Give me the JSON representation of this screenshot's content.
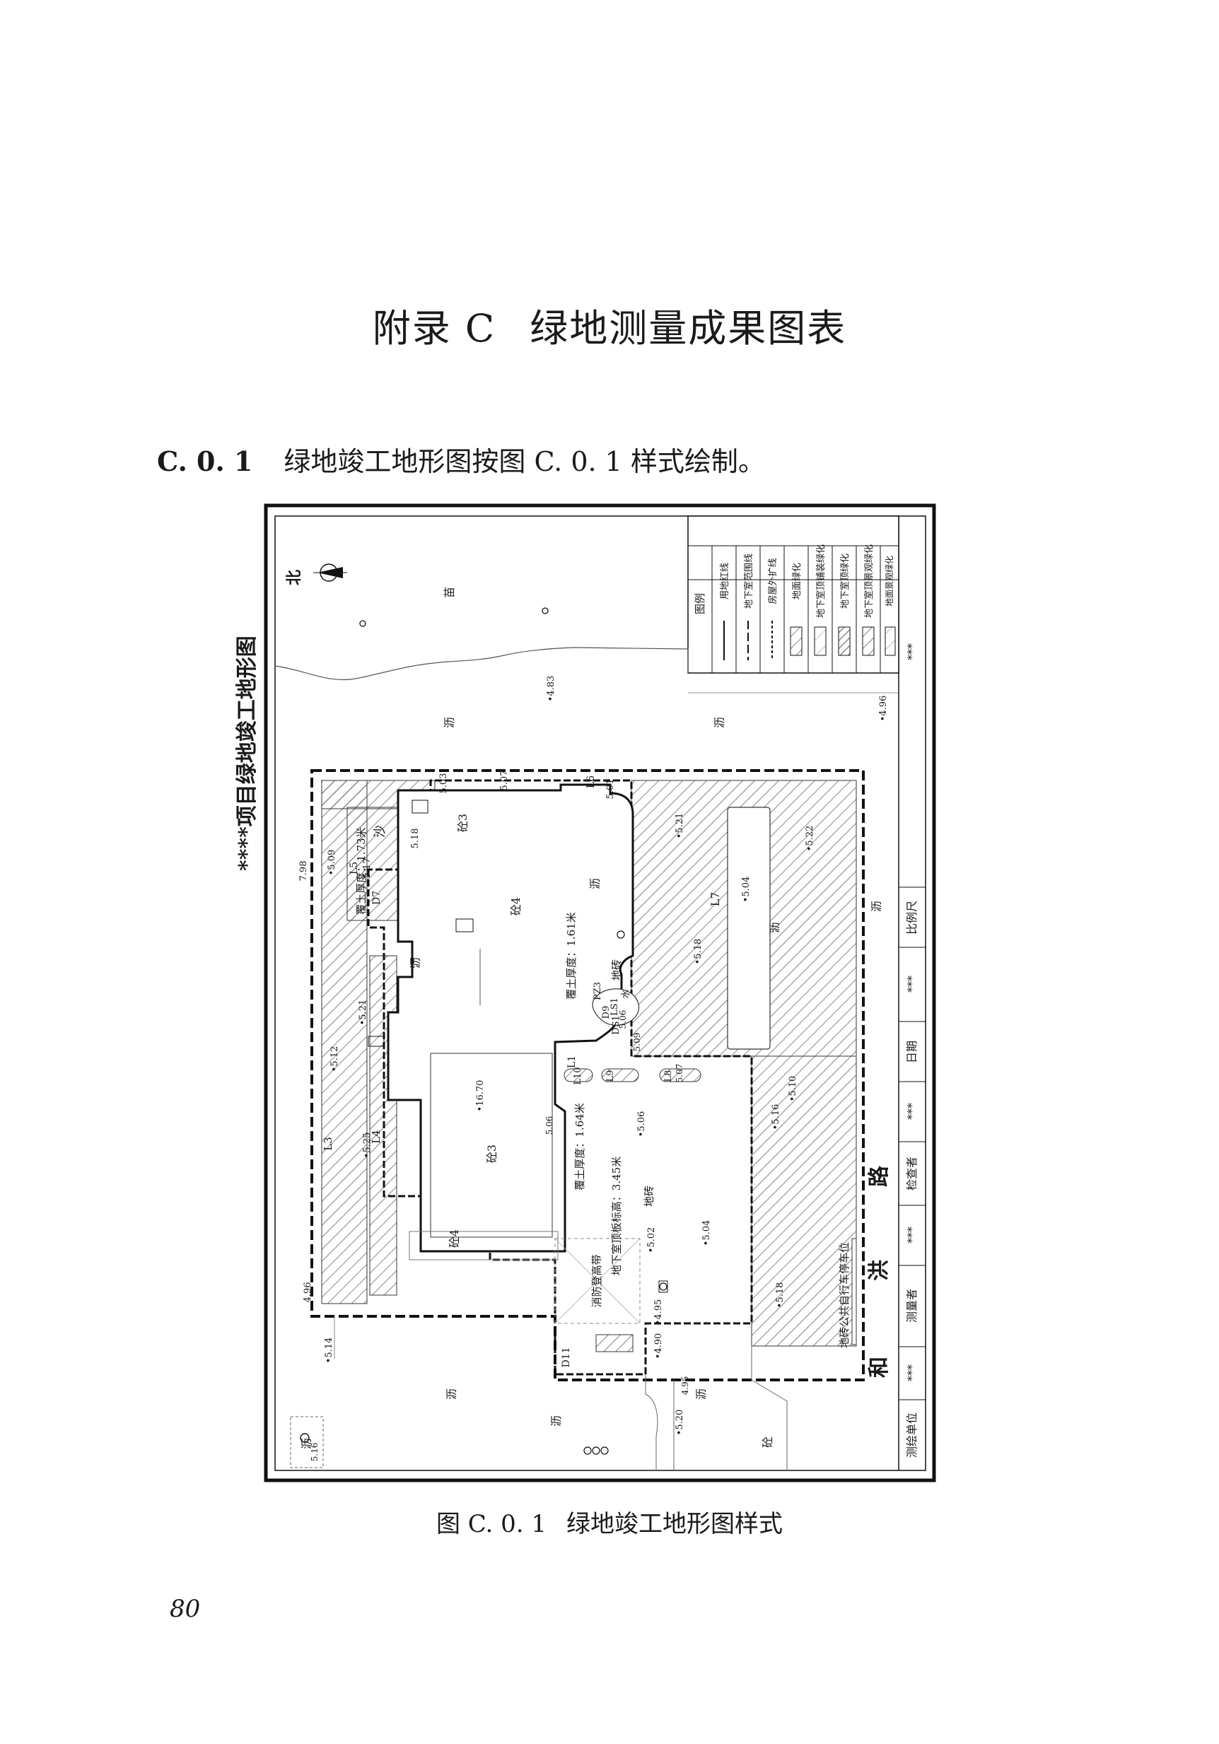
{
  "appendix": {
    "label": "附录 C",
    "title": "绿地测量成果图表"
  },
  "clause": {
    "number": "C. 0. 1",
    "text": "绿地竣工地形图按图 C. 0. 1 样式绘制。"
  },
  "figure": {
    "side_title": "****项目绿地竣工地形图",
    "north_label": "北",
    "road_name": [
      "和",
      "洪",
      "路"
    ],
    "legend": {
      "title": "图例",
      "items": [
        "用地红线",
        "地下室范围线",
        "房屋外扩线",
        "地面绿化",
        "地下室顶铺装绿化",
        "地下室顶绿化",
        "地下室顶景观绿化",
        "地面景观绿化"
      ]
    },
    "title_block": {
      "fields": [
        {
          "label": "测绘单位",
          "value": "***"
        },
        {
          "label": "测量者",
          "value": "***"
        },
        {
          "label": "检查者",
          "value": "***"
        },
        {
          "label": "日期",
          "value": "***"
        },
        {
          "label": "比例尺",
          "value": "***"
        }
      ]
    },
    "labels": {
      "miao": "苗",
      "li_a": "沥",
      "li_b": "沥",
      "li_c": "沥",
      "li_d": "沥",
      "li_e": "沥",
      "li_f": "沥",
      "li_g": "沥",
      "li_h": "沥",
      "li_i": "沥",
      "li_j": "沥",
      "sha": "沙",
      "tong3_a": "砼3",
      "tong4_a": "砼4",
      "tong3_b": "砼3",
      "tong4_b": "砼4",
      "tong_c": "砼",
      "dizhuan_a": "地砖",
      "dizhuan_b": "地砖",
      "soil_a": "覆土厚度：1.73米",
      "soil_b": "覆土厚度：1.61米",
      "soil_c": "覆土厚度：1.64米",
      "slab": "地下室顶板标高：3.45米",
      "fire": "消防登高带",
      "bike": "地砖公共自行车停车位",
      "L1": "L1",
      "L3": "L3",
      "L4": "L4",
      "L5": "L5",
      "L6": "L6",
      "L7": "L7",
      "L8": "L8",
      "L9": "L9",
      "L10": "L10",
      "LS1": "LS1",
      "D7": "D7",
      "D8": "D8",
      "D9": "D9",
      "D11": "D11",
      "DS1": "DS1",
      "PZ3": "PZ3",
      "water": "水"
    },
    "elevations": [
      "•4.83",
      "•4.96",
      "7.98",
      "•5.09",
      "5.17",
      "5.03",
      "5.07",
      "5.01",
      "5.18",
      "•5.21",
      "•5.22",
      "•5.04",
      "•5.18",
      "5.06",
      "•5.12",
      "•5.21",
      "5.09",
      "5.07",
      "•5.10",
      "•16.70",
      "5.06",
      "•5.06",
      "•5.16",
      "•5.25",
      "4.96",
      "•5.02",
      "•5.04",
      "•5.18",
      "•4.90",
      "•4.95",
      "4.95",
      "•5.14",
      "•5.20",
      "5.16"
    ]
  },
  "caption": {
    "label": "图 C. 0. 1",
    "text": "绿地竣工地形图样式"
  },
  "page_number": "80"
}
